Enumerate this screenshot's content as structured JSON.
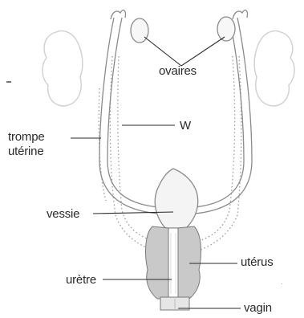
{
  "labels": {
    "ovaries": "ovaires",
    "w": "W",
    "tube_line1": "trompe",
    "tube_line2": "utérine",
    "bladder": "vessie",
    "urethra": "urètre",
    "uterus": "utérus",
    "vagina": "vagin"
  },
  "colors": {
    "ink": "#2a2a2a",
    "tissue": "#c9c9c9",
    "bladder_fill": "#f4f4f4",
    "stripe": "#d9d9d9"
  }
}
